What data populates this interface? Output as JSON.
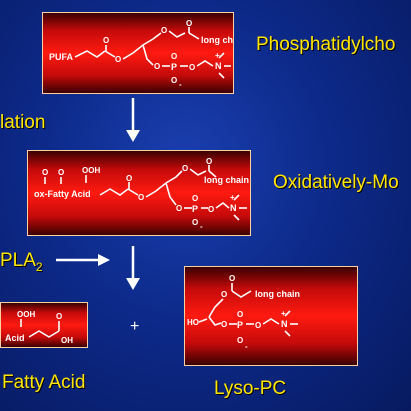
{
  "labels": {
    "phosphatidylcholine": "Phosphatidylcho",
    "oxidation": "lation",
    "oxidatively_modified": "Oxidatively-Mo",
    "pla2": "PLA",
    "pla2_sub": "2",
    "fatty_acid": "Fatty Acid",
    "lyso_pc": "Lyso-PC",
    "plus": "+"
  },
  "molecules": {
    "pc": {
      "pufa": "PUFA",
      "long_chain": "long chain",
      "O": "O",
      "P": "P",
      "N": "N",
      "plus_sign": "+",
      "minus_sign": "-"
    },
    "oxpc": {
      "ox_fatty_acid": "ox-Fatty Acid",
      "OOH": "OOH",
      "long_chain": "long chain",
      "O": "O",
      "P": "P",
      "N": "N",
      "plus_sign": "+",
      "minus_sign": "-"
    },
    "fatty_acid_frag": {
      "OOH": "OOH",
      "acid": "Acid",
      "OH": "OH",
      "O": "O"
    },
    "lyso": {
      "HO": "HO",
      "long_chain": "long chain",
      "O": "O",
      "P": "P",
      "N": "N",
      "plus_sign": "+",
      "minus_sign": "-"
    }
  },
  "colors": {
    "label": "#ffe600",
    "panel_red": "#ff1a10",
    "background": "#0d2a8a"
  }
}
